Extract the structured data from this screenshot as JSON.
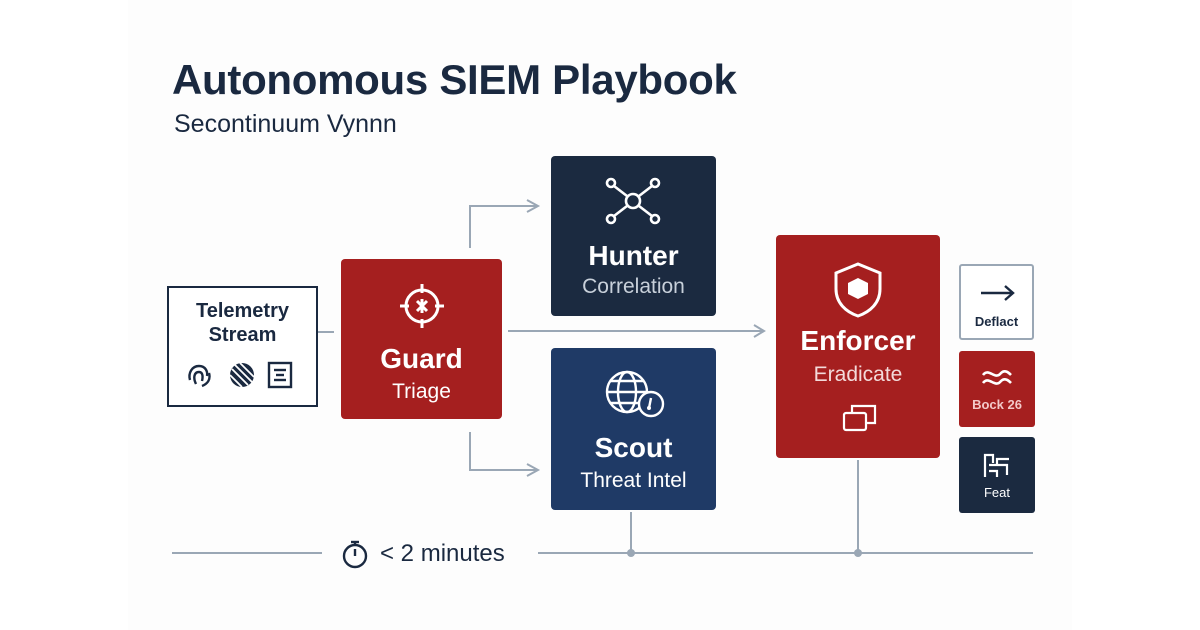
{
  "header": {
    "title": "Autonomous SIEM Playbook",
    "subtitle": "Secontinuum Vynnn"
  },
  "colors": {
    "red": "#a51f1f",
    "navy": "#1b2a40",
    "blue": "#1f3a66",
    "line": "#9aa7b5",
    "text": "#1a2940"
  },
  "telemetry": {
    "label": "Telemetry Stream",
    "icons": [
      "fingerprint-icon",
      "striped-ball-icon",
      "document-icon"
    ]
  },
  "nodes": {
    "guard": {
      "name": "Guard",
      "role": "Triage",
      "icon": "crosshair-icon"
    },
    "hunter": {
      "name": "Hunter",
      "role": "Correlation",
      "icon": "network-icon"
    },
    "scout": {
      "name": "Scout",
      "role": "Threat Intel",
      "icon": "globe-icon"
    },
    "enforcer": {
      "name": "Enforcer",
      "role": "Eradicate",
      "icon": "shield-icon"
    }
  },
  "actions": [
    {
      "label": "Deflact",
      "icon": "arrow-right-icon"
    },
    {
      "label": "Bock 26",
      "icon": "wave-icon"
    },
    {
      "label": "Feat",
      "icon": "tool-icon"
    }
  ],
  "timeline": {
    "label": "< 2 minutes",
    "icon": "stopwatch-icon"
  }
}
